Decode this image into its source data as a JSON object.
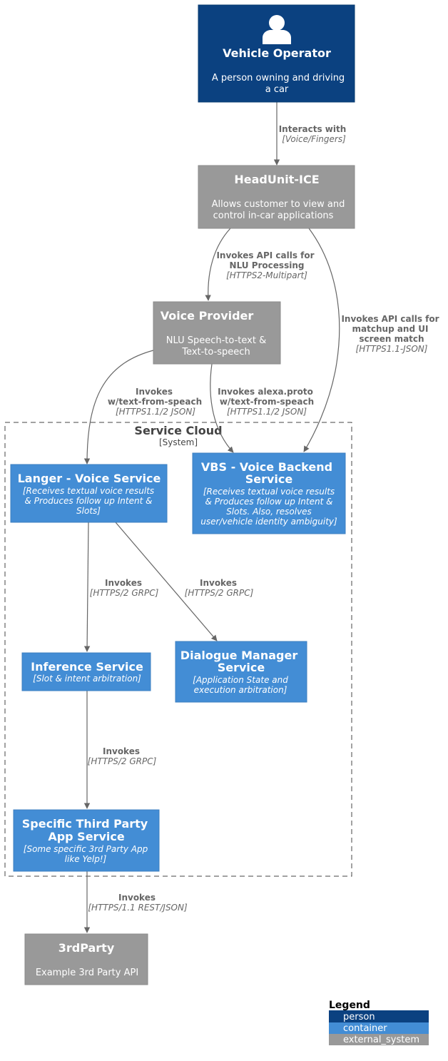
{
  "colors": {
    "person": "#0b4180",
    "container": "#438dd5",
    "external_system": "#999999",
    "edge": "#666666"
  },
  "nodes": {
    "vehicle_operator": {
      "title": "Vehicle Operator",
      "desc": [
        "A person owning and driving",
        "a car"
      ],
      "icon": "person-icon"
    },
    "headunit": {
      "title": "HeadUnit-ICE",
      "desc": [
        "Allows customer to view and",
        "control in-car applications"
      ]
    },
    "voice_provider": {
      "title": "Voice Provider",
      "desc": [
        "NLU Speech-to-text &",
        "Text-to-speech"
      ]
    },
    "langer": {
      "title": "Langer - Voice Service",
      "desc": [
        "[Receives textual voice results",
        "& Produces follow up Intent &",
        "Slots]"
      ]
    },
    "vbs": {
      "title": [
        "VBS - Voice Backend",
        "Service"
      ],
      "desc": [
        "[Receives textual voice results",
        "& Produces follow up Intent &",
        "Slots. Also, resolves",
        "user/vehicle identity ambiguity]"
      ]
    },
    "inference": {
      "title": "Inference Service",
      "desc": [
        "[Slot & intent arbitration]"
      ]
    },
    "dialogue": {
      "title": [
        "Dialogue Manager",
        "Service"
      ],
      "desc": [
        "[Application State and",
        "execution arbitration]"
      ]
    },
    "third_party_app": {
      "title": [
        "Specific Third Party",
        "App Service"
      ],
      "desc": [
        "[Some specific 3rd Party App",
        "like Yelp!]"
      ]
    },
    "third_party": {
      "title": "3rdParty",
      "desc": [
        "Example 3rd Party API"
      ]
    }
  },
  "boundary": {
    "title": "Service Cloud",
    "type": "[System]"
  },
  "edges": {
    "op_to_hu": {
      "label": [
        "Interacts with"
      ],
      "tech": "[Voice/Fingers]"
    },
    "hu_to_vp": {
      "label": [
        "Invokes API calls for",
        "NLU Processing"
      ],
      "tech": "[HTTPS2-Multipart]"
    },
    "hu_to_vbs": {
      "label": [
        "Invokes API calls for",
        "matchup and UI",
        "screen match"
      ],
      "tech": "[HTTPS1.1-JSON]"
    },
    "vp_to_langer": {
      "label": [
        "Invokes",
        "w/text-from-speach"
      ],
      "tech": "[HTTPS1.1/2 JSON]"
    },
    "vp_to_vbs": {
      "label": [
        "Invokes alexa.proto",
        "w/text-from-speach"
      ],
      "tech": "[HTTPS1.1/2 JSON]"
    },
    "langer_to_inf": {
      "label": [
        "Invokes"
      ],
      "tech": "[HTTPS/2 GRPC]"
    },
    "langer_to_dm": {
      "label": [
        "Invokes"
      ],
      "tech": "[HTTPS/2 GRPC]"
    },
    "inf_to_app": {
      "label": [
        "Invokes"
      ],
      "tech": "[HTTPS/2 GRPC]"
    },
    "app_to_3p": {
      "label": [
        "Invokes"
      ],
      "tech": "[HTTPS/1.1 REST/JSON]"
    }
  },
  "legend": {
    "title": "Legend",
    "items": [
      "person",
      "container",
      "external_system"
    ]
  }
}
